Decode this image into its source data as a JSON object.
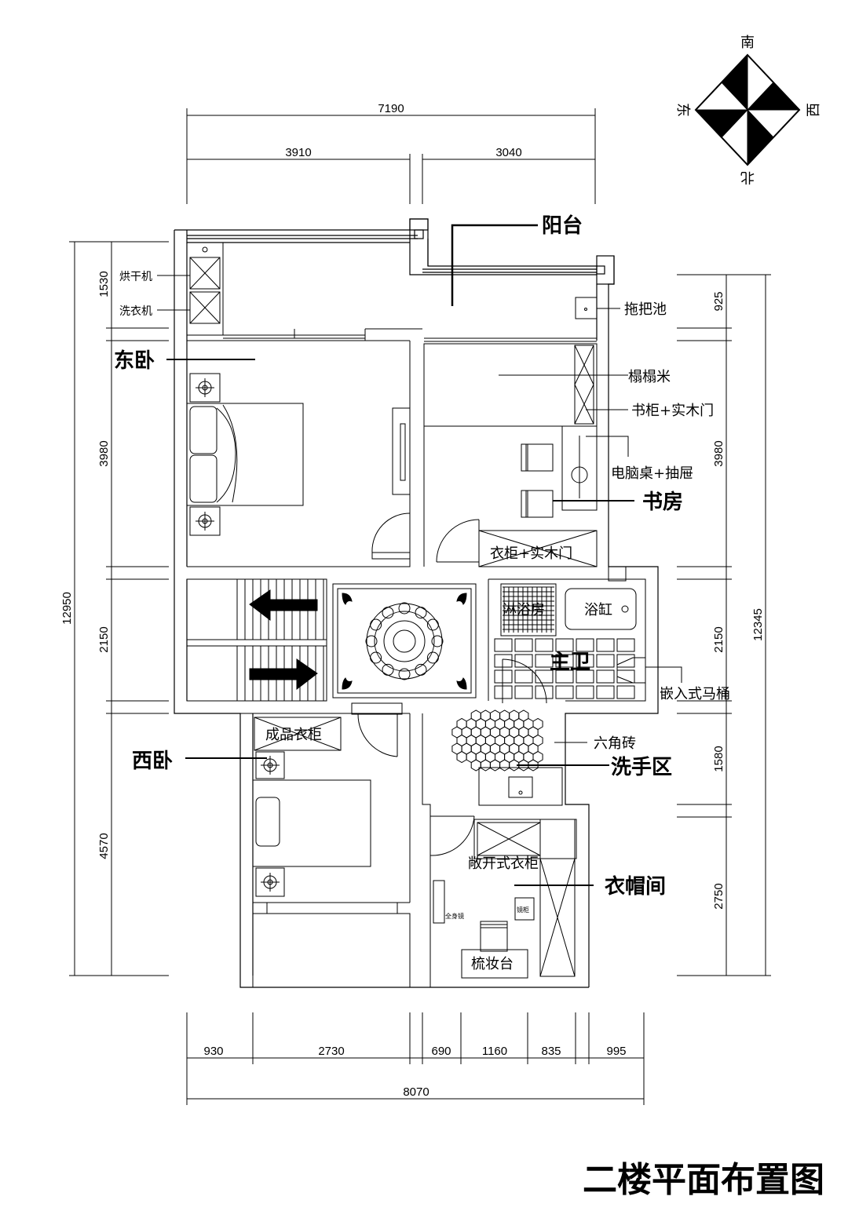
{
  "compass": {
    "south": "南",
    "north": "北",
    "east": "东",
    "west": "西"
  },
  "dims_top": {
    "total": "7190",
    "left": "3910",
    "right": "3040"
  },
  "dims_bottom": {
    "d1": "930",
    "d2": "2730",
    "d3": "690",
    "d4": "1160",
    "d5": "835",
    "d6": "995",
    "total": "8070"
  },
  "dims_left": {
    "total": "12950",
    "d1": "1530",
    "d2": "3980",
    "d3": "2150",
    "d4": "4570"
  },
  "dims_right": {
    "total": "12345",
    "d1": "925",
    "d2": "3980",
    "d3": "2150",
    "d4": "1580",
    "d5": "2750"
  },
  "rooms": {
    "balcony": "阳台",
    "east_bed": "东卧",
    "study": "书房",
    "master_bath": "主卫",
    "west_bed": "西卧",
    "wash_area": "洗手区",
    "cloakroom": "衣帽间"
  },
  "items": {
    "dryer": "烘干机",
    "washer": "洗衣机",
    "mop_sink": "拖把池",
    "tatami": "榻榻米",
    "bookcase": "书柜+实木门",
    "desk": "电脑桌+抽屉",
    "wardrobe_door": "衣柜+实木门",
    "shower": "淋浴房",
    "bathtub": "浴缸",
    "toilet": "嵌入式马桶",
    "hex_tile": "六角砖",
    "ready_wardrobe": "成品衣柜",
    "open_wardrobe": "敞开式衣柜",
    "dresser": "梳妆台",
    "mirror": "全身镜",
    "vanity": "镜柜"
  },
  "title": "二楼平面布置图"
}
